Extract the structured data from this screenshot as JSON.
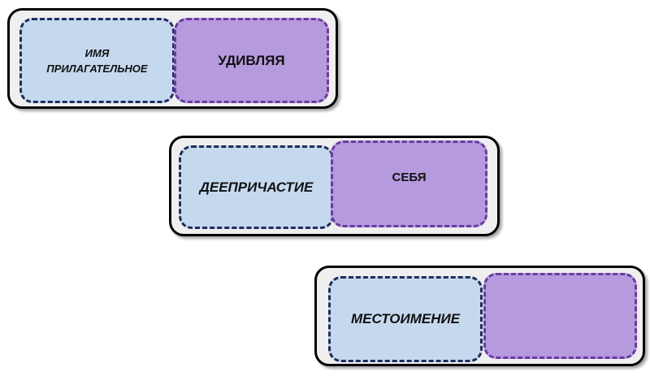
{
  "pairs": [
    {
      "part_of_speech": "ИМЯ ПРИЛАГАТЕЛЬНОЕ",
      "word": "УДИВЛЯЯ"
    },
    {
      "part_of_speech": "ДЕЕПРИЧАСТИЕ",
      "word": "СЕБЯ"
    },
    {
      "part_of_speech": "МЕСТОИМЕНИЕ",
      "word": ""
    }
  ],
  "colors": {
    "part_of_speech_fill": "#c5d9ee",
    "part_of_speech_border": "#1f2d5c",
    "word_fill": "#b69ade",
    "word_border": "#6a3aa0",
    "pair_frame": "#000000",
    "pair_fill": "#efefef"
  }
}
